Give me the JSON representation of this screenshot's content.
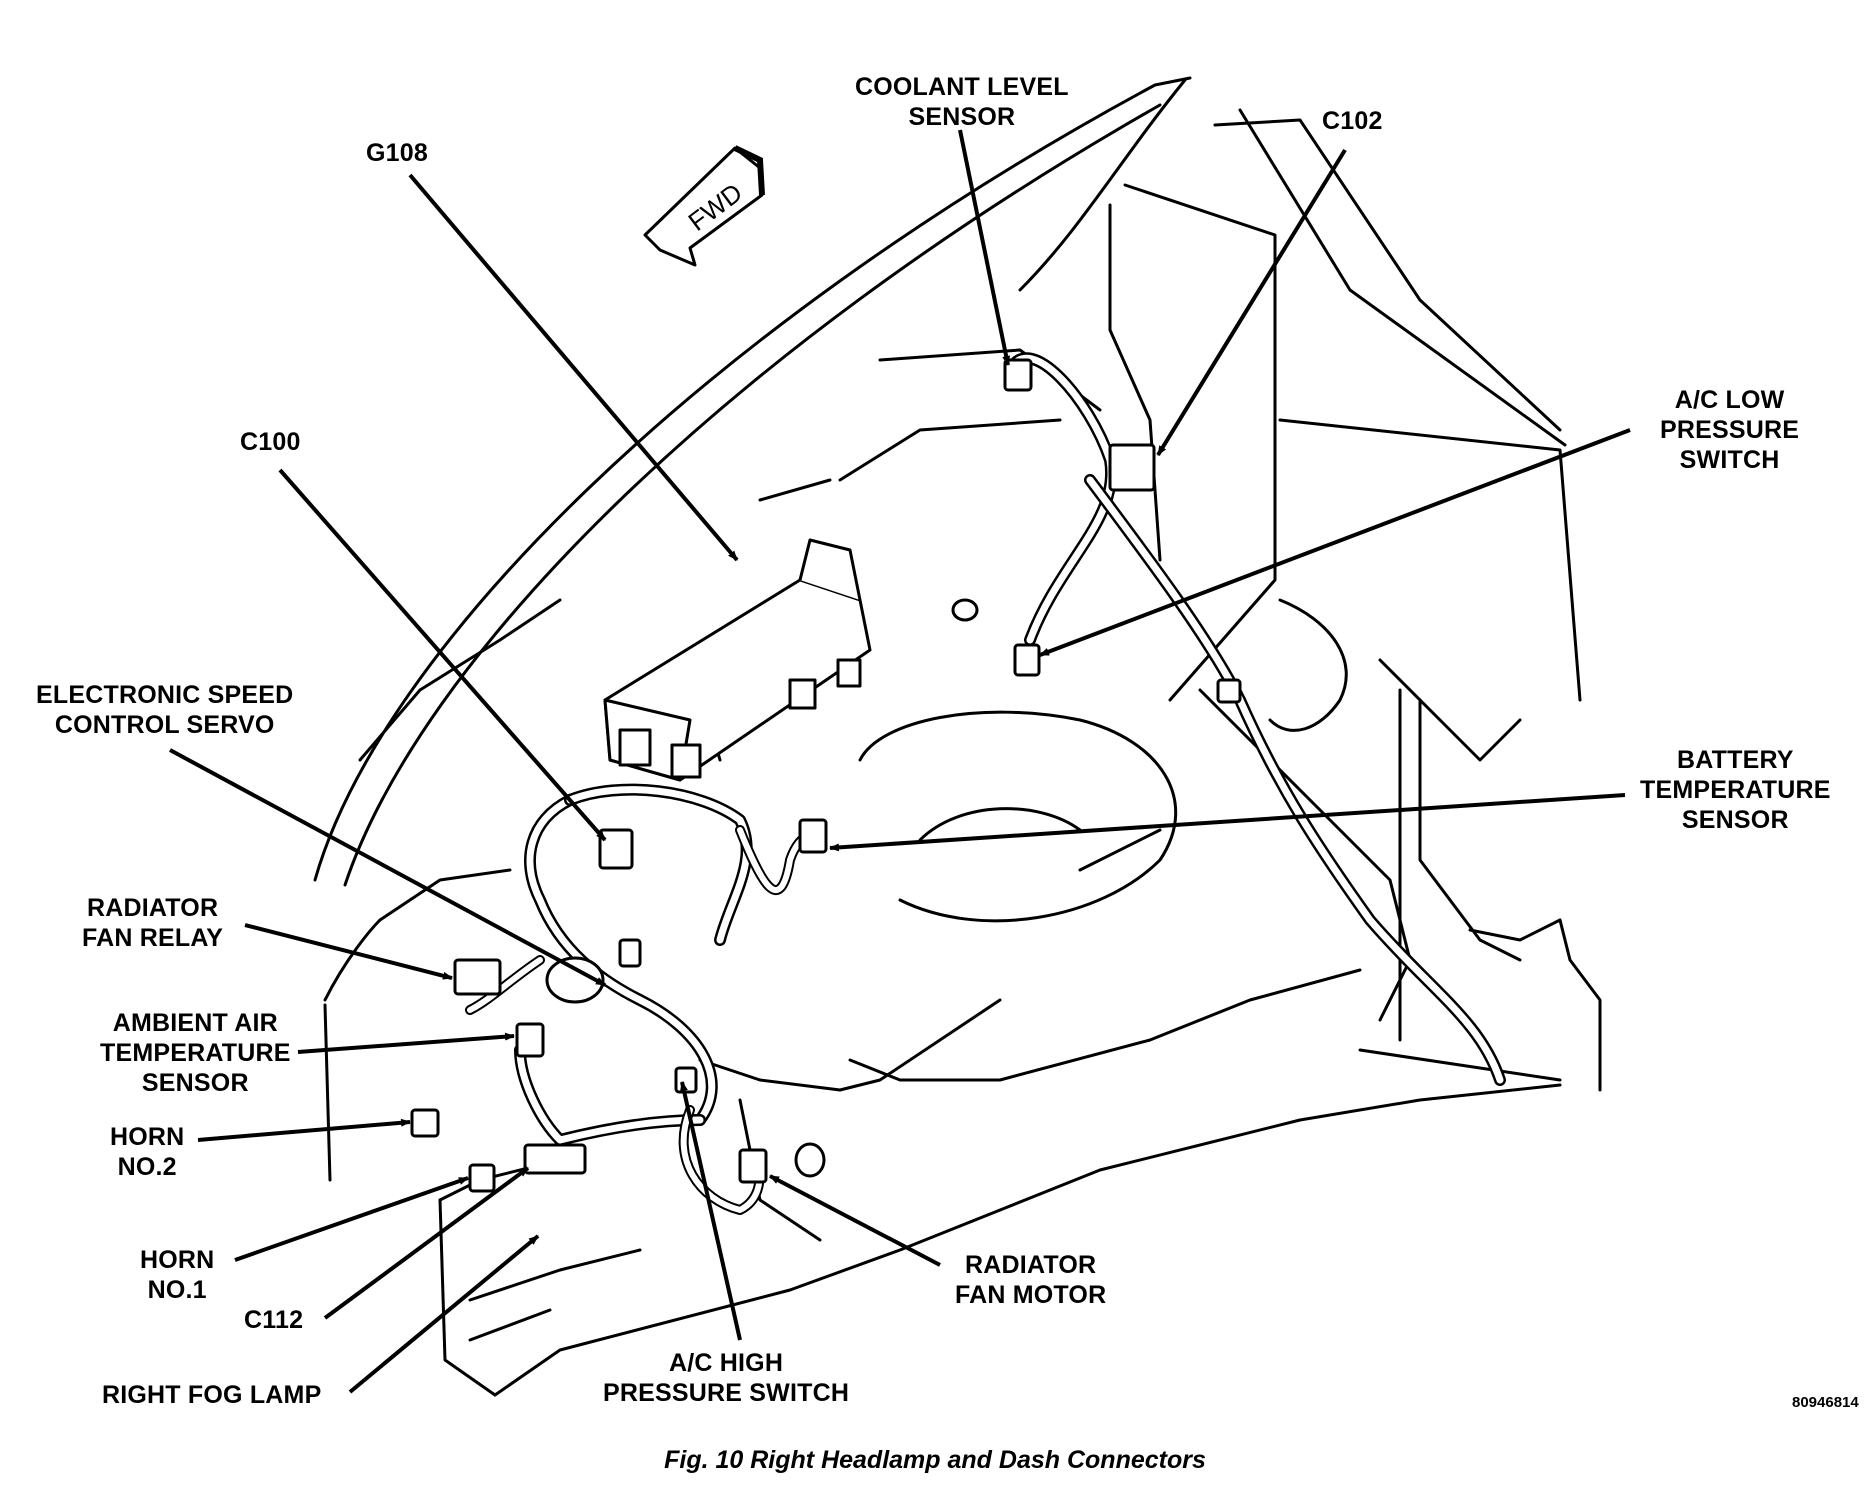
{
  "figure": {
    "caption": "Fig. 10 Right Headlamp and Dash Connectors",
    "code": "80946814"
  },
  "direction_arrow": {
    "label": "FWD"
  },
  "callouts": {
    "coolant_level_sensor": [
      "COOLANT LEVEL",
      "SENSOR"
    ],
    "c102": [
      "C102"
    ],
    "g108": [
      "G108"
    ],
    "ac_low_pressure_switch": [
      "A/C LOW",
      "PRESSURE",
      "SWITCH"
    ],
    "c100": [
      "C100"
    ],
    "electronic_speed_control_servo": [
      "ELECTRONIC SPEED",
      "CONTROL SERVO"
    ],
    "battery_temperature_sensor": [
      "BATTERY",
      "TEMPERATURE",
      "SENSOR"
    ],
    "radiator_fan_relay": [
      "RADIATOR",
      "FAN RELAY"
    ],
    "ambient_air_temperature_sensor": [
      "AMBIENT AIR",
      "TEMPERATURE",
      "SENSOR"
    ],
    "horn_no2": [
      "HORN",
      "NO.2"
    ],
    "horn_no1": [
      "HORN",
      "NO.1"
    ],
    "c112": [
      "C112"
    ],
    "right_fog_lamp": [
      "RIGHT FOG LAMP"
    ],
    "ac_high_pressure_switch": [
      "A/C HIGH",
      "PRESSURE SWITCH"
    ],
    "radiator_fan_motor": [
      "RADIATOR",
      "FAN MOTOR"
    ]
  },
  "colors": {
    "ink": "#000000",
    "paper": "#ffffff"
  }
}
